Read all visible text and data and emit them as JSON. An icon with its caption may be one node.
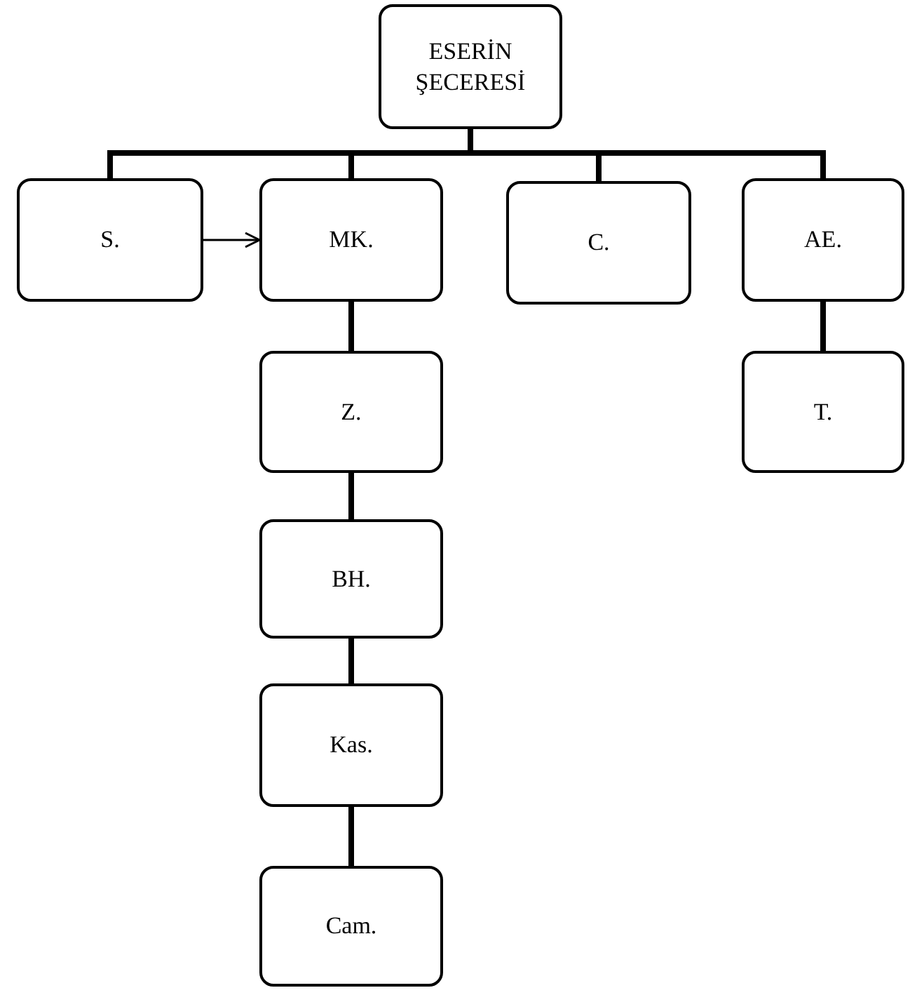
{
  "diagram": {
    "nodes": [
      {
        "text": [
          "ESERİN ŞECERESİ"
        ]
      },
      {
        "text": [
          "S."
        ]
      },
      {
        "text": [
          "MK."
        ]
      },
      {
        "text": [
          "C."
        ]
      },
      {
        "text": [
          "AE."
        ]
      },
      {
        "text": [
          "Z."
        ]
      },
      {
        "text": [
          "BH."
        ]
      },
      {
        "text": [
          "Kas."
        ]
      },
      {
        "text": [
          "Cam."
        ]
      },
      {
        "text": [
          "T."
        ]
      }
    ],
    "edges": [
      {
        "from": 0,
        "to": 1,
        "arrow": "none"
      },
      {
        "from": 0,
        "to": 2,
        "arrow": "none"
      },
      {
        "from": 0,
        "to": 3,
        "arrow": "none"
      },
      {
        "from": 0,
        "to": 4,
        "arrow": "none"
      },
      {
        "from": 1,
        "to": 2,
        "arrow": "to"
      },
      {
        "from": 2,
        "to": 5,
        "arrow": "none"
      },
      {
        "from": 5,
        "to": 6,
        "arrow": "none"
      },
      {
        "from": 6,
        "to": 7,
        "arrow": "none"
      },
      {
        "from": 7,
        "to": 8,
        "arrow": "none"
      },
      {
        "from": 4,
        "to": 9,
        "arrow": "none"
      }
    ]
  }
}
